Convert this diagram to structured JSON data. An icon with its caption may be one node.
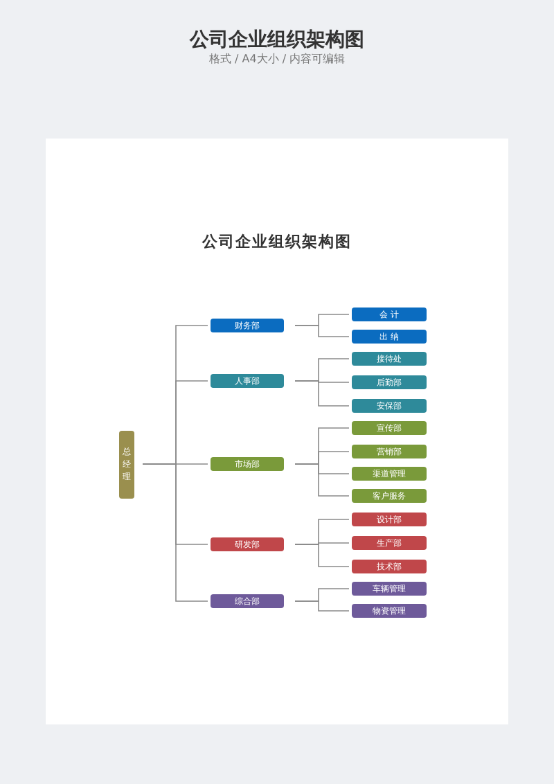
{
  "diagram": {
    "title": "公司企业组织架构图",
    "nodes": [
      {
        "text": [
          "总经理"
        ]
      },
      {
        "text": [
          "财务部"
        ]
      },
      {
        "text": [
          "会 计"
        ]
      },
      {
        "text": [
          "出 纳"
        ]
      },
      {
        "text": [
          "人事部"
        ]
      },
      {
        "text": [
          "接待处"
        ]
      },
      {
        "text": [
          "后勤部"
        ]
      },
      {
        "text": [
          "安保部"
        ]
      },
      {
        "text": [
          "市场部"
        ]
      },
      {
        "text": [
          "宣传部"
        ]
      },
      {
        "text": [
          "营销部"
        ]
      },
      {
        "text": [
          "渠道管理"
        ]
      },
      {
        "text": [
          "客户服务"
        ]
      },
      {
        "text": [
          "研发部"
        ]
      },
      {
        "text": [
          "设计部"
        ]
      },
      {
        "text": [
          "生产部"
        ]
      },
      {
        "text": [
          "技术部"
        ]
      },
      {
        "text": [
          "综合部"
        ]
      },
      {
        "text": [
          "车辆管理"
        ]
      },
      {
        "text": [
          "物资管理"
        ]
      }
    ],
    "edges": [
      {
        "from": 0,
        "to": 1,
        "arrow": "none"
      },
      {
        "from": 0,
        "to": 4,
        "arrow": "none"
      },
      {
        "from": 0,
        "to": 8,
        "arrow": "none"
      },
      {
        "from": 0,
        "to": 13,
        "arrow": "none"
      },
      {
        "from": 0,
        "to": 17,
        "arrow": "none"
      },
      {
        "from": 1,
        "to": 2,
        "arrow": "none"
      },
      {
        "from": 1,
        "to": 3,
        "arrow": "none"
      },
      {
        "from": 4,
        "to": 5,
        "arrow": "none"
      },
      {
        "from": 4,
        "to": 6,
        "arrow": "none"
      },
      {
        "from": 4,
        "to": 7,
        "arrow": "none"
      },
      {
        "from": 8,
        "to": 9,
        "arrow": "none"
      },
      {
        "from": 8,
        "to": 10,
        "arrow": "none"
      },
      {
        "from": 8,
        "to": 11,
        "arrow": "none"
      },
      {
        "from": 8,
        "to": 12,
        "arrow": "none"
      },
      {
        "from": 13,
        "to": 14,
        "arrow": "none"
      },
      {
        "from": 13,
        "to": 15,
        "arrow": "none"
      },
      {
        "from": 13,
        "to": 16,
        "arrow": "none"
      },
      {
        "from": 17,
        "to": 18,
        "arrow": "none"
      },
      {
        "from": 17,
        "to": 19,
        "arrow": "none"
      }
    ],
    "labels": [
      "格式 / A4大小 / 内容可编辑",
      "公司企业组织架构图"
    ]
  }
}
